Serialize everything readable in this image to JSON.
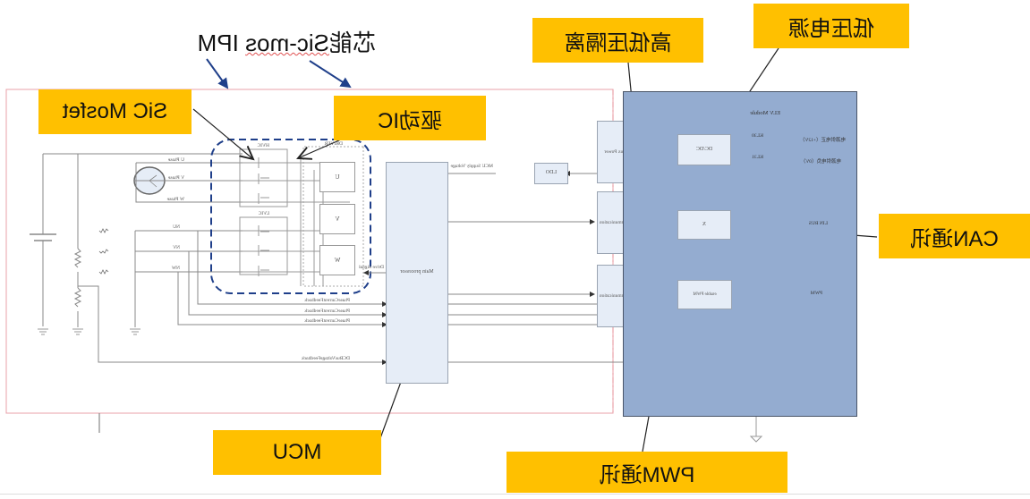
{
  "view": {
    "mirrored": true
  },
  "title": {
    "prefix": "芯能",
    "brand": "Sic-mos",
    "suffix": " IPM"
  },
  "callouts": {
    "sic_mosfet": "SiC Mosfet",
    "driver_ic": "驱动IC",
    "hv_lv_isolation": "高低压隔离",
    "lv_power": "低压电源",
    "can_comm": "CAN通讯",
    "mcu": "MCU",
    "pwm_comm": "PWM通讯"
  },
  "colors": {
    "callout_bg": "#ffc000",
    "elv_module_bg": "#94acd0",
    "block_bg": "#e6edf7",
    "ipm_group_border": "#1f3f8a",
    "boundary_line": "#e8a0a8"
  },
  "circuit": {
    "motor_phases": [
      "U Phase",
      "V Phase",
      "W Phase"
    ],
    "shunts": [
      "NU",
      "NV",
      "NW"
    ],
    "high_side_label": "HVIC",
    "low_side_label": "LVIC",
    "driver_label": "DRIVER",
    "driver_channels": [
      "U",
      "V",
      "W"
    ],
    "drive_signal": "Drive Signal",
    "feedback": [
      "PhaseCurrentFeedback",
      "PhaseCurrentFeedback",
      "PhaseCurrentFeedback"
    ],
    "dc_bus_feedback": "DCBusVoltageFeedback",
    "main_processor": "Main processor",
    "mcu_supply": "MCU Supply Voltage",
    "ldo": "LDO"
  },
  "isolation": {
    "aux_power": "Isolated Aux Power",
    "comm_1": "Isolated Communication",
    "comm_2": "Isolated Communication"
  },
  "elv_module": {
    "title": "ELV Module",
    "dcdc": "DC/DC",
    "kl30": "KL30",
    "kl31": "KL31",
    "supply_pos": "电源供电正（+12V）",
    "supply_neg": "电源供电负（0V）",
    "lin_xcvr": "X",
    "lin_bus": "LIN BUS",
    "pwm_block": "enable PWM",
    "pwm_in": "PWM"
  }
}
